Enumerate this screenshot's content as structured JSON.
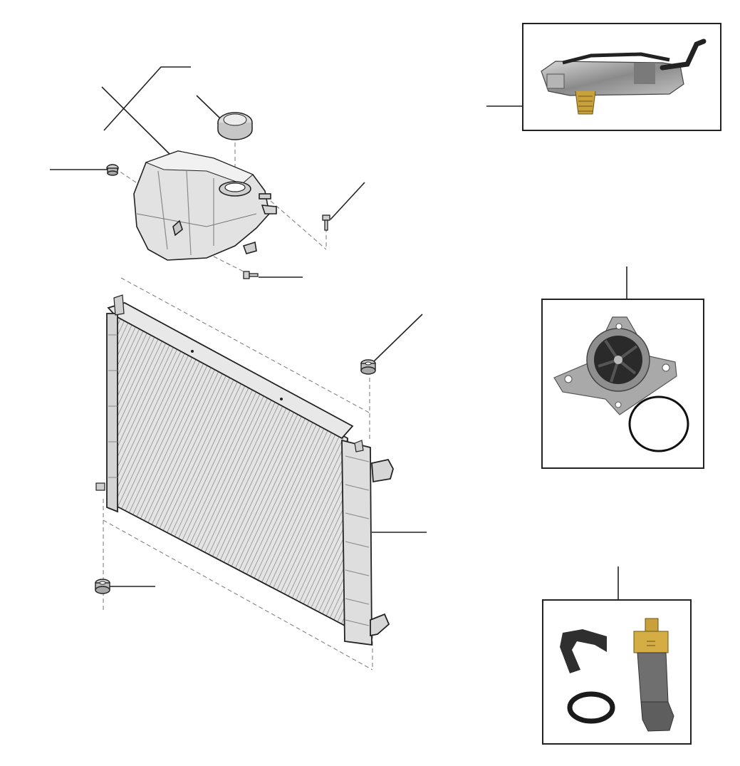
{
  "diagram": {
    "parts": [
      {
        "id": "expansion-tank",
        "icon": "expansion-tank-icon"
      },
      {
        "id": "filler-cap",
        "icon": "filler-cap-icon"
      },
      {
        "id": "tank-grommet",
        "icon": "grommet-icon"
      },
      {
        "id": "tank-bolt-right",
        "icon": "bolt-icon"
      },
      {
        "id": "tank-bolt-bottom",
        "icon": "bolt-icon"
      },
      {
        "id": "radiator",
        "icon": "radiator-icon"
      },
      {
        "id": "radiator-upper-mount",
        "icon": "rubber-mount-icon"
      },
      {
        "id": "radiator-lower-mount",
        "icon": "rubber-mount-icon"
      },
      {
        "id": "thermostat-housing",
        "icon": "thermostat-housing-icon"
      },
      {
        "id": "water-pump",
        "icon": "water-pump-icon"
      },
      {
        "id": "temperature-sensor",
        "icon": "temperature-sensor-icon"
      }
    ],
    "colors": {
      "line": "#222222",
      "part_fill": "#e6e6e6",
      "part_shade": "#bdbdbd",
      "photo_metal": "#9a9a9a",
      "sensor_brass": "#c9a13a"
    }
  }
}
